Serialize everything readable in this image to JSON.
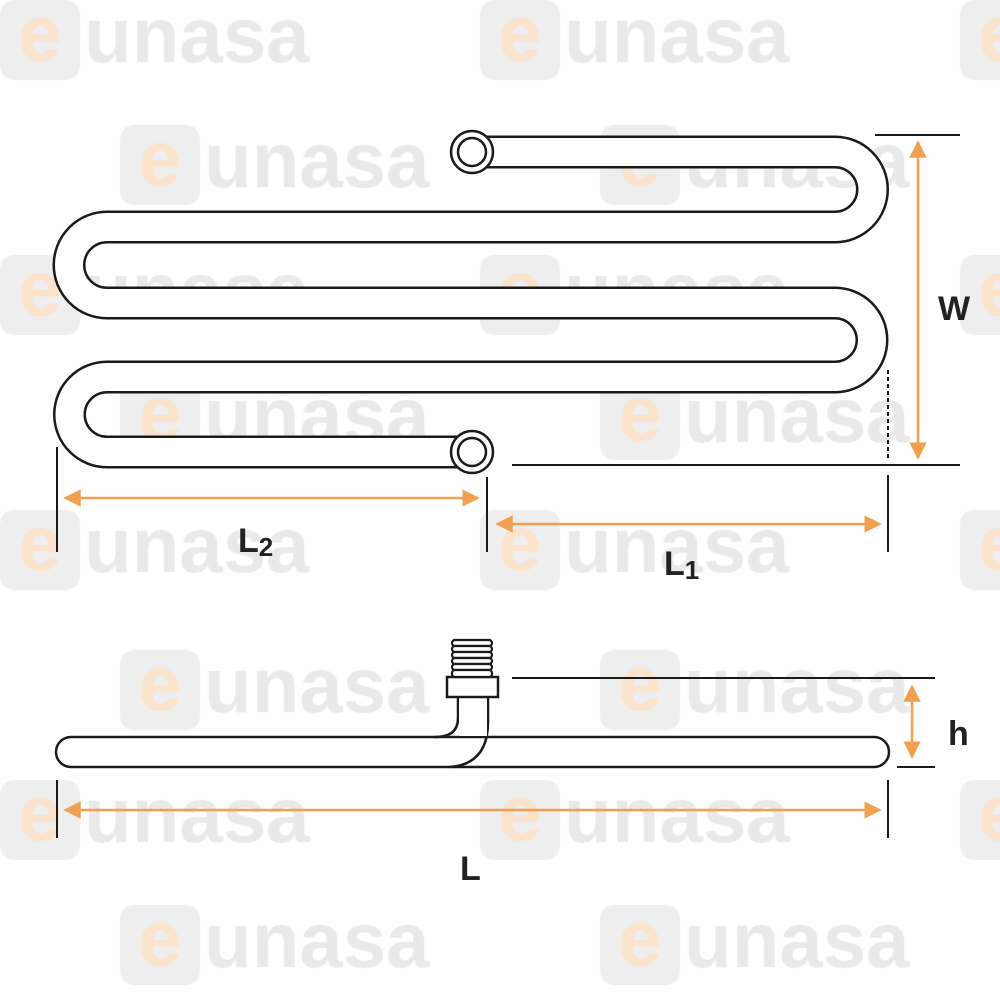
{
  "watermark": {
    "brand": "eunasa",
    "e_letter": "e",
    "rest": "unasa"
  },
  "labels": {
    "W": "W",
    "L1_main": "L",
    "L1_sub": "1",
    "L2_main": "L",
    "L2_sub": "2",
    "h": "h",
    "L": "L"
  },
  "colors": {
    "dimension": "#f0a050",
    "line": "#1a1a1a",
    "watermark": "#e9e9e9"
  }
}
